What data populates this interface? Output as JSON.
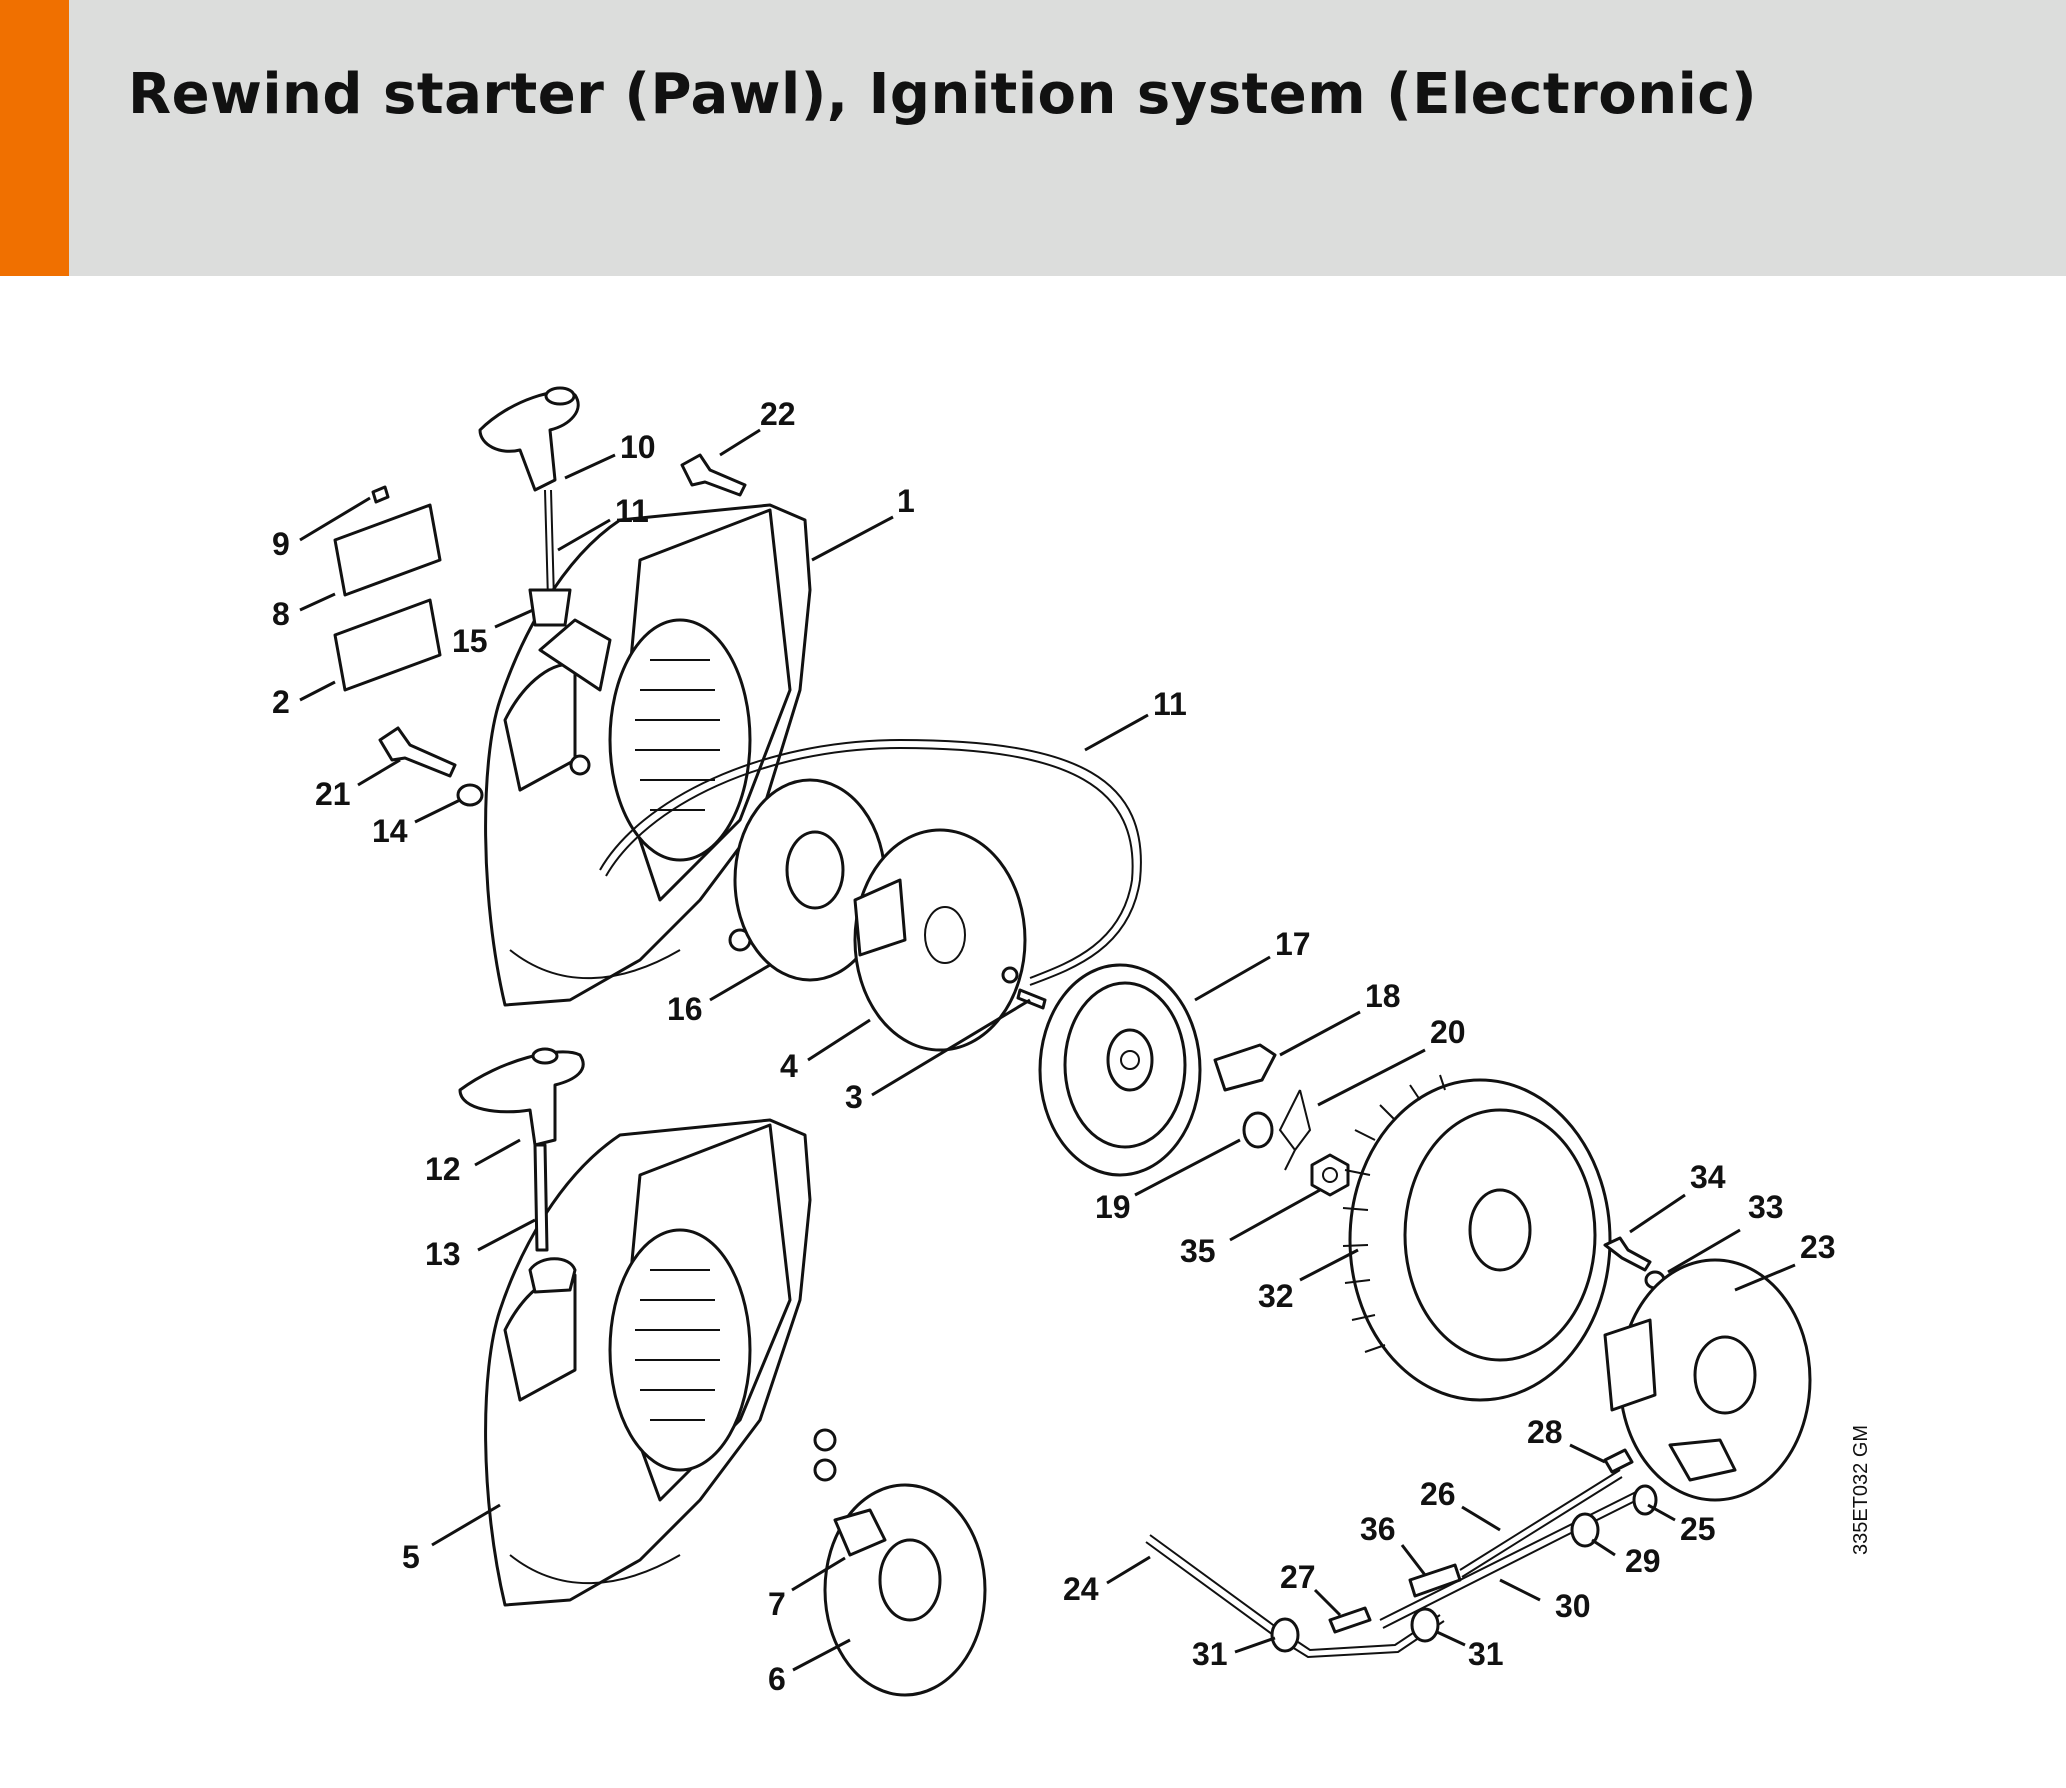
{
  "header": {
    "title": "Rewind starter (Pawl), Ignition system (Electronic)",
    "accent_color": "#f07000",
    "background_color": "#dcdddc"
  },
  "diagram": {
    "reference_code": "335ET032 GM",
    "callouts": [
      "22",
      "10",
      "9",
      "11",
      "1",
      "8",
      "15",
      "2",
      "11",
      "21",
      "14",
      "17",
      "16",
      "18",
      "4",
      "20",
      "3",
      "12",
      "19",
      "34",
      "13",
      "35",
      "33",
      "23",
      "32",
      "28",
      "26",
      "25",
      "36",
      "5",
      "29",
      "27",
      "24",
      "30",
      "7",
      "31",
      "31",
      "6"
    ]
  }
}
